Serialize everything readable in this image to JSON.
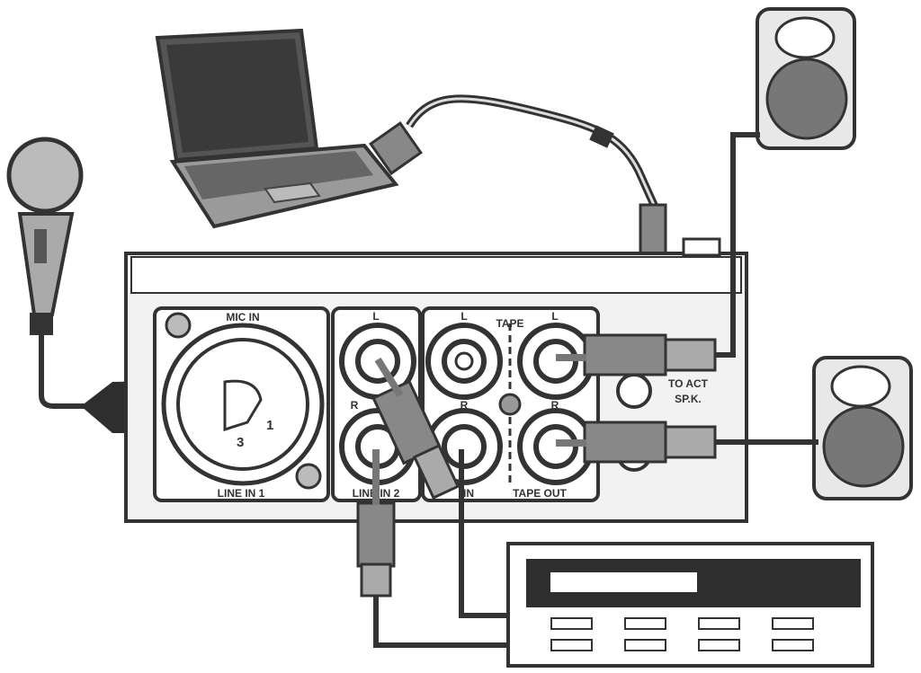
{
  "labels": {
    "mic_in": "MIC IN",
    "line_in_1": "LINE IN 1",
    "line_in_2": "LINE IN 2",
    "tape_top": "TAPE",
    "tape_in": "IN",
    "tape_out": "TAPE OUT",
    "to_act": "TO ACT",
    "spk": "SP.K.",
    "left": "L",
    "right": "R",
    "pin1": "1",
    "pin3": "3"
  },
  "colors": {
    "line": "#333333",
    "plug": "#7a7a7a",
    "panel": "#f2f2f2",
    "dark": "#2e2e2e"
  }
}
